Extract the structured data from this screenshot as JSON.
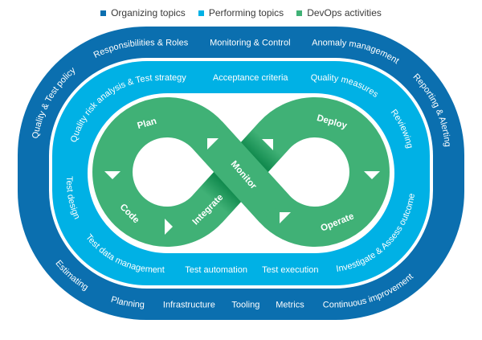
{
  "legend": [
    {
      "label": "Organizing topics"
    },
    {
      "label": "Performing topics"
    },
    {
      "label": "DevOps activities"
    }
  ],
  "colors": {
    "organizing": "#0b6faf",
    "performing": "#00b1e5",
    "devops": "#40b176",
    "devops_shadow": "#118a4e",
    "background": "#ffffff"
  },
  "organizing_topics": {
    "top": [
      "Quality & Test policy",
      "Responsibilities & Roles",
      "Monitoring & Control",
      "Anomaly management",
      "Reporting & Alerting"
    ],
    "bottom": [
      "Estimating",
      "Planning",
      "Infrastructure",
      "Tooling",
      "Metrics",
      "Continuous improvement"
    ]
  },
  "performing_topics": {
    "top": [
      "Quality risk analysis & Test strategy",
      "Acceptance criteria",
      "Quality measures",
      "Reviewing"
    ],
    "bottom": [
      "Test design",
      "Test data management",
      "Test automation",
      "Test execution",
      "Investigate & Assess outcome"
    ]
  },
  "devops_activities": {
    "plan": "Plan",
    "code": "Code",
    "integrate": "Integrate",
    "deploy": "Deploy",
    "operate": "Operate",
    "monitor": "Monitor"
  },
  "flow_arrows": [
    "arrow-up-left",
    "arrow-down",
    "arrow-right",
    "arrow-up-right",
    "arrow-down",
    "arrow-up-left"
  ]
}
